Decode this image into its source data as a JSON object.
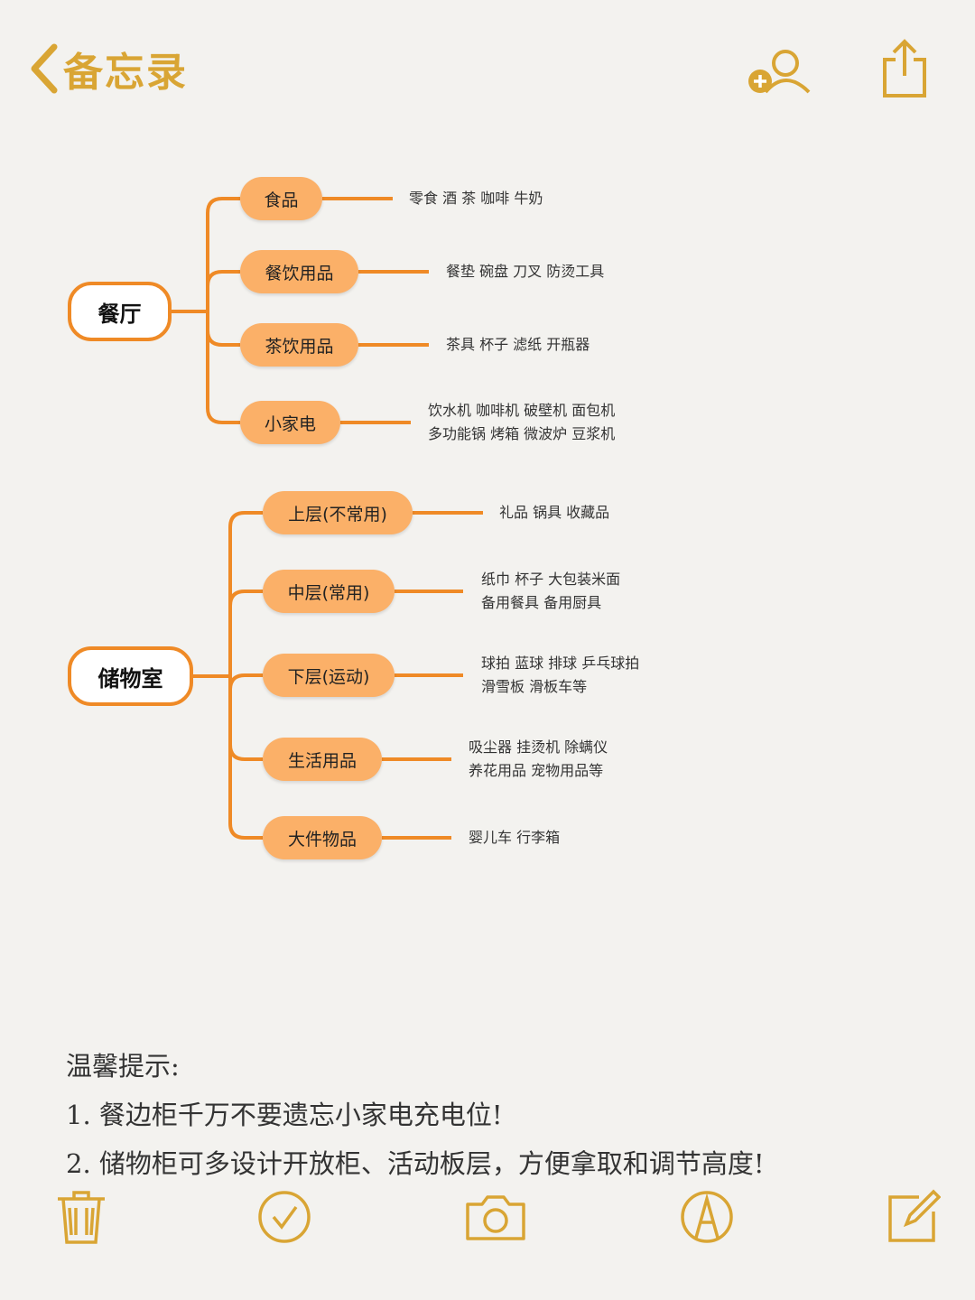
{
  "header": {
    "back_label": "备忘录",
    "icons": [
      "chevron-left-icon",
      "add-person-icon",
      "share-icon"
    ]
  },
  "mindmap": {
    "groups": [
      {
        "root": "餐厅",
        "branches": [
          {
            "label": "食品",
            "items": [
              "零食 酒 茶 咖啡 牛奶"
            ]
          },
          {
            "label": "餐饮用品",
            "items": [
              "餐垫 碗盘 刀叉 防烫工具"
            ]
          },
          {
            "label": "茶饮用品",
            "items": [
              "茶具 杯子 滤纸 开瓶器"
            ]
          },
          {
            "label": "小家电",
            "items": [
              "饮水机 咖啡机 破壁机 面包机",
              "多功能锅 烤箱 微波炉 豆浆机"
            ]
          }
        ]
      },
      {
        "root": "储物室",
        "branches": [
          {
            "label": "上层(不常用)",
            "items": [
              "礼品 锅具 收藏品"
            ]
          },
          {
            "label": "中层(常用)",
            "items": [
              "纸巾 杯子 大包装米面",
              "备用餐具 备用厨具"
            ]
          },
          {
            "label": "下层(运动)",
            "items": [
              "球拍 蓝球 排球 乒乓球拍",
              "滑雪板 滑板车等"
            ]
          },
          {
            "label": "生活用品",
            "items": [
              "吸尘器 挂烫机 除螨仪",
              "养花用品 宠物用品等"
            ]
          },
          {
            "label": "大件物品",
            "items": [
              "婴儿车 行李箱"
            ]
          }
        ]
      }
    ]
  },
  "notes": {
    "title": "温馨提示:",
    "lines": [
      "1. 餐边柜千万不要遗忘小家电充电位!",
      "2. 储物柜可多设计开放柜、活动板层，方便拿取和调节高度!"
    ]
  },
  "toolbar": {
    "icons": [
      "trash-icon",
      "checklist-icon",
      "camera-icon",
      "markup-icon",
      "compose-icon"
    ]
  },
  "colors": {
    "accent": "#d9a534",
    "branch": "#ef8a26",
    "pill": "#fbb068"
  }
}
